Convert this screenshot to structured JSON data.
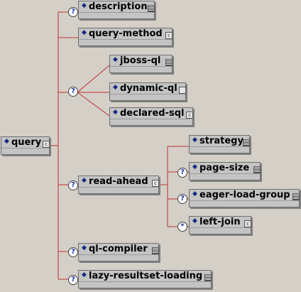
{
  "colors": {
    "connector": "#c03030",
    "background": "#d4d0c8",
    "node": "#c4c4c4"
  },
  "diagram": {
    "root": {
      "label": "query",
      "badge": "c"
    },
    "nodes": {
      "description": {
        "label": "description",
        "badge": "lines",
        "optional": true
      },
      "query_method": {
        "label": "query-method",
        "badge": "c"
      },
      "jboss_ql": {
        "label": "jboss-ql",
        "badge": "lines"
      },
      "dynamic_ql": {
        "label": "dynamic-ql",
        "badge": "empty"
      },
      "declared_sql": {
        "label": "declared-sql",
        "badge": "c"
      },
      "read_ahead": {
        "label": "read-ahead",
        "badge": "c",
        "optional": true
      },
      "strategy": {
        "label": "strategy",
        "badge": "lines"
      },
      "page_size": {
        "label": "page-size",
        "badge": "lines",
        "optional": true
      },
      "eager_load_group": {
        "label": "eager-load-group",
        "badge": "lines",
        "optional": true
      },
      "left_join": {
        "label": "left-join",
        "badge": "c",
        "multiplicity": "*"
      },
      "ql_compiler": {
        "label": "ql-compiler",
        "badge": "lines",
        "optional": true
      },
      "lazy_resultset_loading": {
        "label": "lazy-resultset-loading",
        "badge": "lines",
        "optional": true
      }
    },
    "choice_marker": "?",
    "icons": {
      "element": "diamond-icon",
      "optional": "question-icon",
      "repeat": "star-icon"
    }
  }
}
